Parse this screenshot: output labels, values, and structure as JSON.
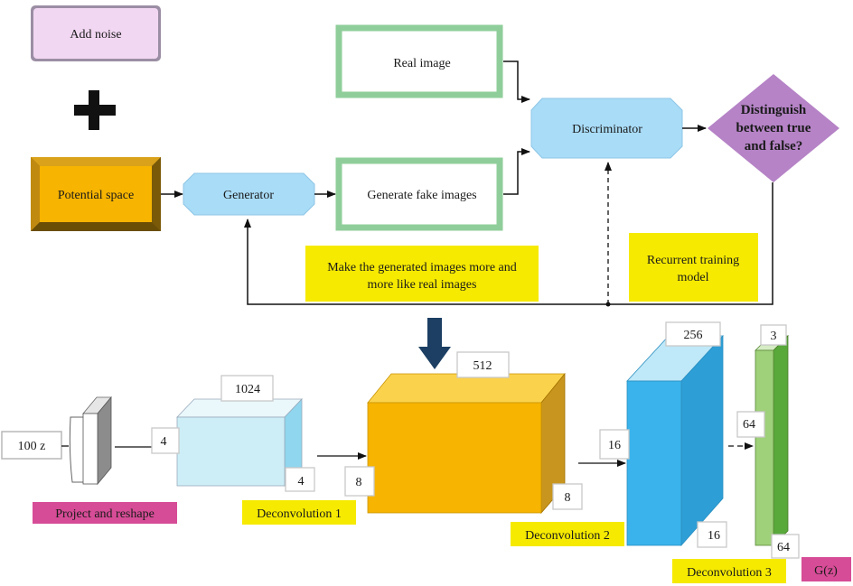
{
  "top": {
    "add_noise": "Add noise",
    "potential_space": "Potential space",
    "generator": "Generator",
    "generate_fake": "Generate fake images",
    "real_image": "Real image",
    "discriminator": "Discriminator",
    "distinguish": [
      "Distinguish",
      "between true",
      "and false?"
    ],
    "make_generated": [
      "Make the generated images more and",
      "more like real images"
    ],
    "recurrent": [
      "Recurrent training",
      "model"
    ]
  },
  "bottom": {
    "input": "100 z",
    "project_reshape": "Project and reshape",
    "deconv1": "Deconvolution 1",
    "deconv2": "Deconvolution 2",
    "deconv3": "Deconvolution 3",
    "gz": "G(z)",
    "block1": {
      "depth": "1024",
      "height": "4",
      "width": "4"
    },
    "block2": {
      "depth": "512",
      "height": "8",
      "width": "8"
    },
    "block3": {
      "depth": "256",
      "height": "16",
      "width": "16"
    },
    "block4": {
      "depth": "3",
      "height": "64",
      "width": "64"
    }
  },
  "colors": {
    "pink": "#f2d7f2",
    "green_border": "#8fce9a",
    "light_blue": "#a9dcf7",
    "orange": "#f7b400",
    "yellow": "#f6ea00",
    "purple": "#b583c6",
    "magenta": "#d64c96",
    "cyan_block": "#3ab3ec"
  }
}
